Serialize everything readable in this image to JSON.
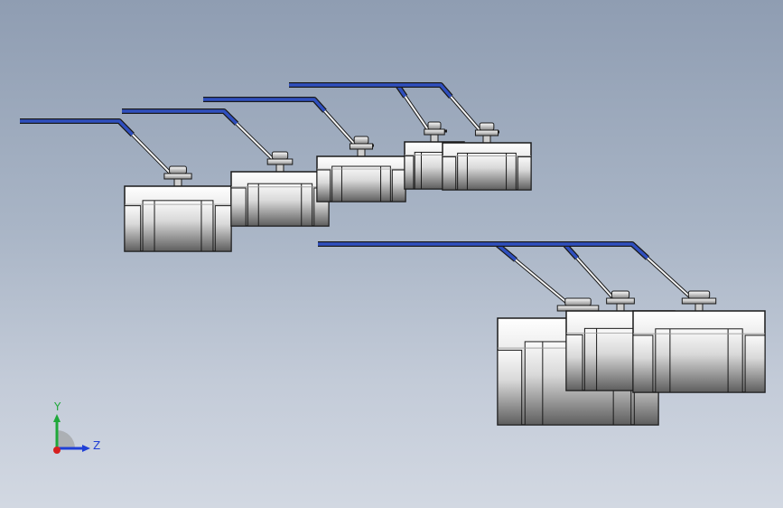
{
  "view": {
    "background_top": "#8f9db2",
    "background_bottom": "#d2d8e2"
  },
  "model": {
    "part": "ball-valve",
    "count": 8,
    "handle_color": "#2f4fbf",
    "body_color": "#f2f2f2",
    "outline_color": "#1a1a1a"
  },
  "triad": {
    "y_label": "Y",
    "z_label": "Z",
    "y_color": "#1fa83a",
    "z_color": "#1f3fd6",
    "x_color": "#d61f1f"
  }
}
